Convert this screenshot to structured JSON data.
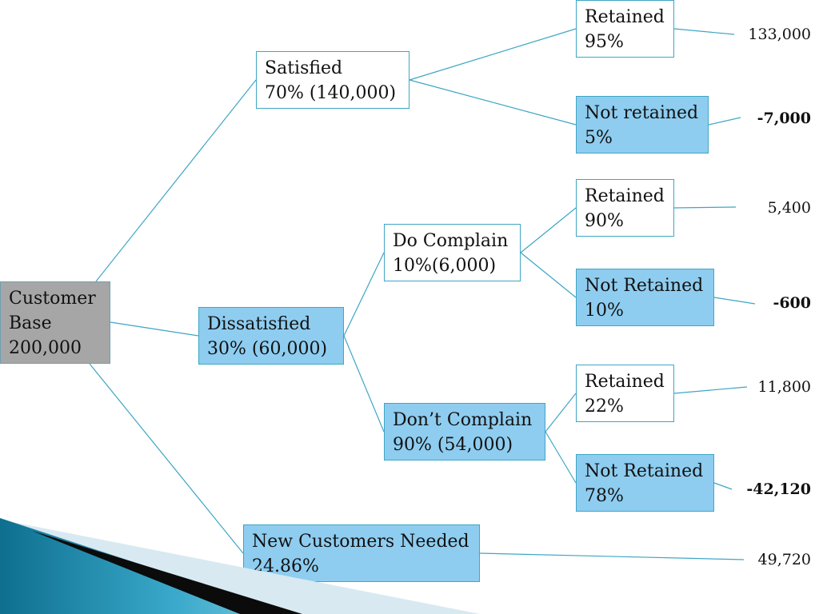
{
  "tree": {
    "root": {
      "line1": "Customer",
      "line2": "Base",
      "line3": "200,000"
    },
    "satisfied": {
      "line1": "Satisfied",
      "line2": "70% (140,000)"
    },
    "dissatisfied": {
      "line1": "Dissatisfied",
      "line2": "30% (60,000)"
    },
    "new_customers": {
      "line1": "New Customers Needed",
      "line2": "24.86%"
    },
    "do_complain": {
      "line1": "Do Complain",
      "line2": "10%(6,000)"
    },
    "dont_complain": {
      "line1": "Don’t Complain",
      "line2": "90% (54,000)"
    },
    "sat_retained": {
      "line1": "Retained",
      "line2": "95%"
    },
    "sat_not_retained": {
      "line1": "Not retained",
      "line2": "5%"
    },
    "comp_retained": {
      "line1": "Retained",
      "line2": "90%"
    },
    "comp_not_retained": {
      "line1": "Not Retained",
      "line2": "10%"
    },
    "nocomp_retained": {
      "line1": "Retained",
      "line2": "22%"
    },
    "nocomp_not_retained": {
      "line1": "Not Retained",
      "line2": "78%"
    }
  },
  "outcomes": {
    "sat_retained": "133,000",
    "sat_not_retained": "-7,000",
    "comp_retained": "5,400",
    "comp_not_retained": "-600",
    "nocomp_retained": "11,800",
    "nocomp_not_retained": "-42,120",
    "new_customers": "49,720"
  },
  "colors": {
    "connector": "#3fa6c4",
    "filled_node": "#8ecdf0",
    "root_node": "#a6a6a6",
    "accent_dark": "#0e6f8f"
  }
}
